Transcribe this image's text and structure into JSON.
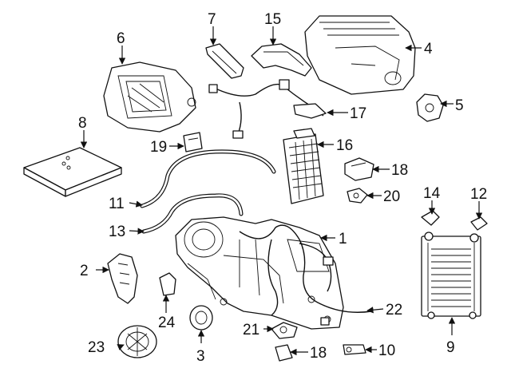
{
  "callouts": [
    {
      "id": "1",
      "text": "1"
    },
    {
      "id": "2",
      "text": "2"
    },
    {
      "id": "3",
      "text": "3"
    },
    {
      "id": "4",
      "text": "4"
    },
    {
      "id": "5",
      "text": "5"
    },
    {
      "id": "6",
      "text": "6"
    },
    {
      "id": "7",
      "text": "7"
    },
    {
      "id": "8",
      "text": "8"
    },
    {
      "id": "9",
      "text": "9"
    },
    {
      "id": "10",
      "text": "10"
    },
    {
      "id": "11",
      "text": "11"
    },
    {
      "id": "12",
      "text": "12"
    },
    {
      "id": "13",
      "text": "13"
    },
    {
      "id": "14",
      "text": "14"
    },
    {
      "id": "15",
      "text": "15"
    },
    {
      "id": "16",
      "text": "16"
    },
    {
      "id": "17",
      "text": "17"
    },
    {
      "id": "18a",
      "text": "18"
    },
    {
      "id": "18b",
      "text": "18"
    },
    {
      "id": "19",
      "text": "19"
    },
    {
      "id": "20",
      "text": "20"
    },
    {
      "id": "21",
      "text": "21"
    },
    {
      "id": "22",
      "text": "22"
    },
    {
      "id": "23",
      "text": "23"
    },
    {
      "id": "24",
      "text": "24"
    }
  ]
}
